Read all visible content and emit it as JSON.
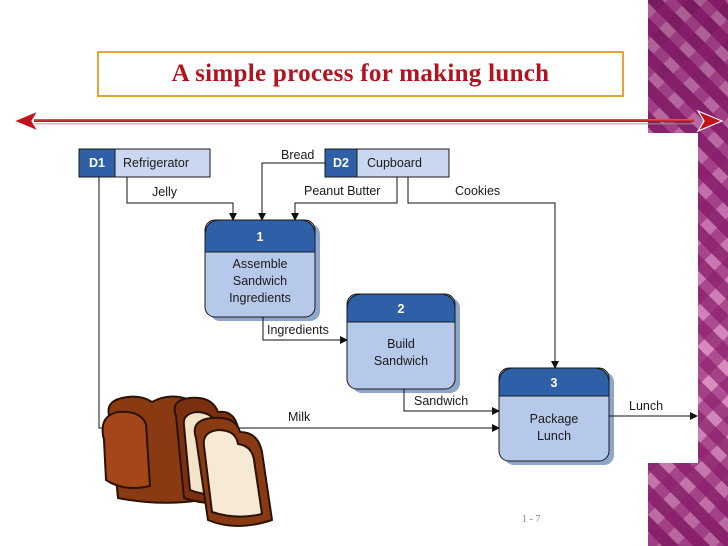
{
  "title": "A simple process for making lunch",
  "page_number": "1 - 7",
  "colors": {
    "title_text": "#b3121f",
    "title_border": "#e8a23a",
    "process_fill": "#b6c9ea",
    "process_header": "#2f5fa6",
    "store_id_fill": "#2f5fa6",
    "store_fill": "#c9d8f0",
    "divider_red": "#c0121b"
  },
  "data_stores": [
    {
      "id": "D1",
      "name": "Refrigerator"
    },
    {
      "id": "D2",
      "name": "Cupboard"
    }
  ],
  "processes": [
    {
      "number": "1",
      "lines": [
        "Assemble",
        "Sandwich",
        "Ingredients"
      ]
    },
    {
      "number": "2",
      "lines": [
        "Build",
        "Sandwich"
      ]
    },
    {
      "number": "3",
      "lines": [
        "Package",
        "Lunch"
      ]
    }
  ],
  "flows": {
    "bread": "Bread",
    "jelly": "Jelly",
    "peanut_butter": "Peanut Butter",
    "cookies": "Cookies",
    "ingredients": "Ingredients",
    "sandwich": "Sandwich",
    "milk": "Milk",
    "lunch": "Lunch"
  },
  "images": {
    "bread_clipart": "bread-loaf-clipart"
  }
}
